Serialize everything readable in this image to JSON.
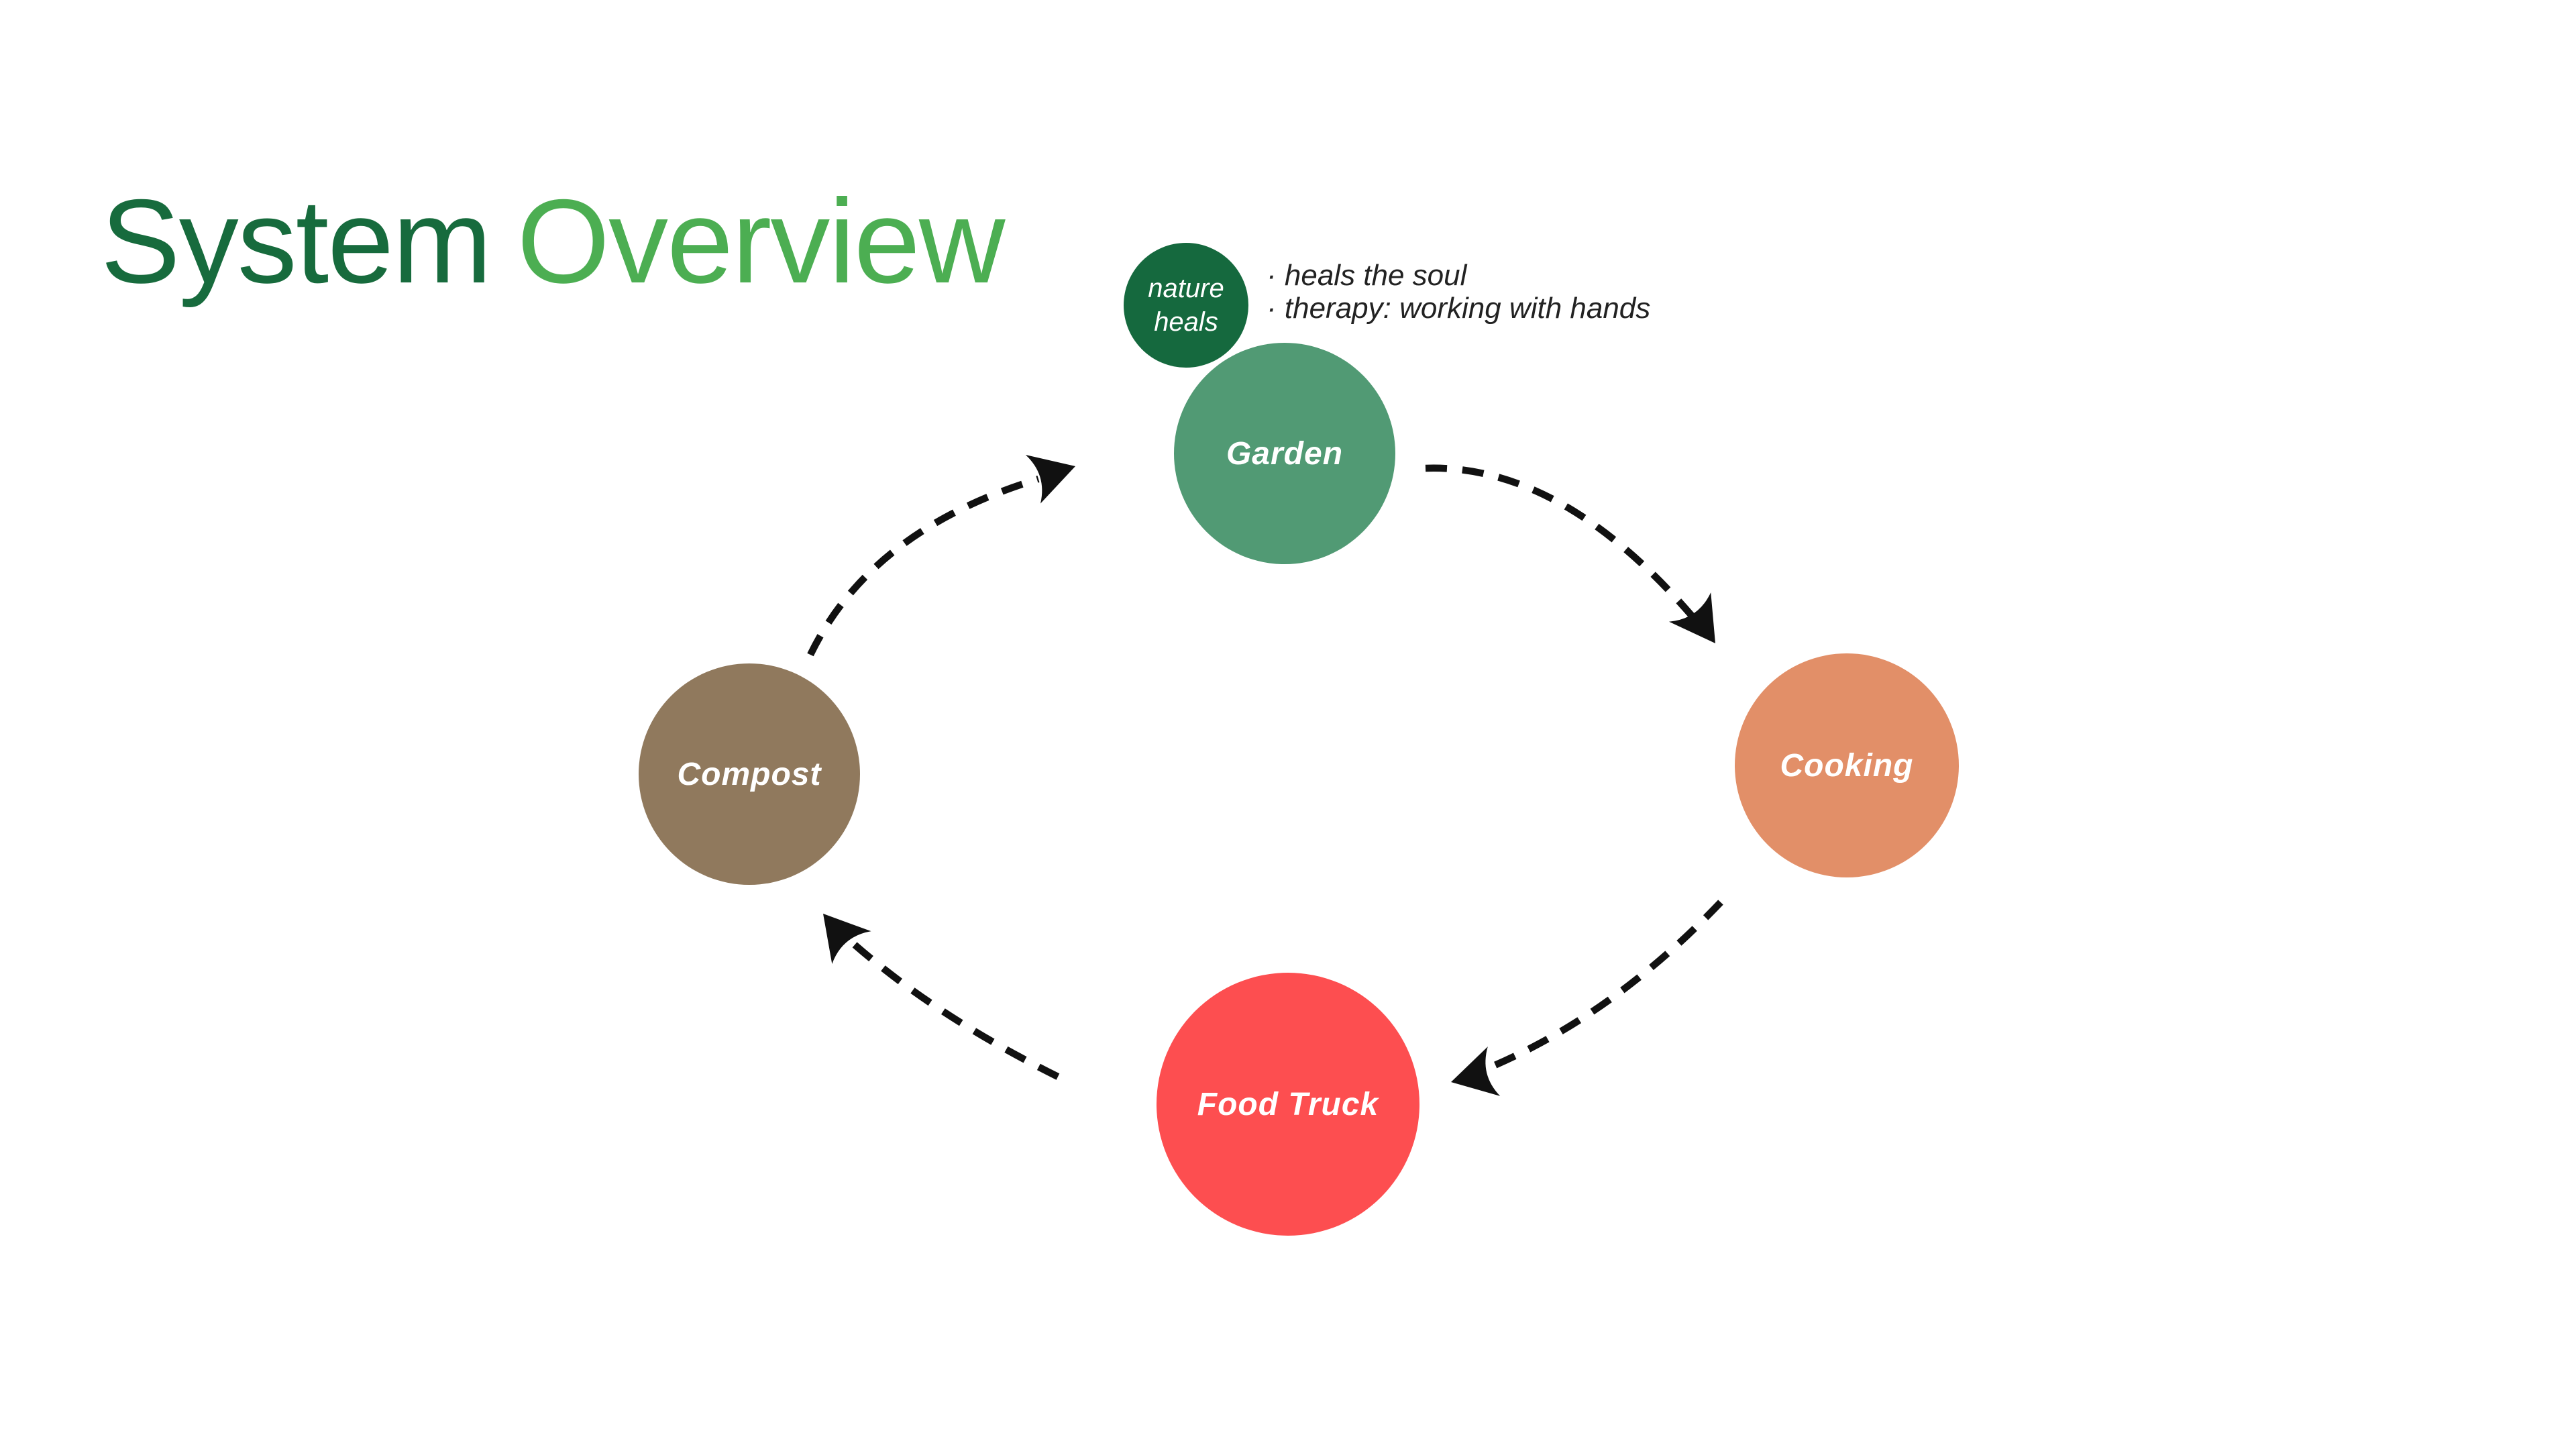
{
  "slide": {
    "background": "#ffffff"
  },
  "title": {
    "text_primary": "System",
    "text_secondary": "Overview",
    "primary_color": "#176b3d",
    "secondary_color": "#4cae52"
  },
  "annotation": {
    "badge": {
      "line1": "nature",
      "line2": "heals",
      "fill": "#15693e",
      "text_color": "#ffffff"
    },
    "bullets": [
      "· heals the soul",
      "· therapy: working with hands"
    ],
    "bullet_text_color": "#222222"
  },
  "nodes": {
    "garden": {
      "label": "Garden",
      "fill": "#519a74"
    },
    "cooking": {
      "label": "Cooking",
      "fill": "#e28f68"
    },
    "food_truck": {
      "label": "Food Truck",
      "fill": "#fd4e50"
    },
    "compost": {
      "label": "Compost",
      "fill": "#90795d"
    },
    "label_color": "#ffffff"
  },
  "connectors": {
    "color": "#111111",
    "style": "dashed-arc-with-stealth-arrowhead",
    "flow": [
      {
        "from": "Compost",
        "to": "Garden"
      },
      {
        "from": "Garden",
        "to": "Cooking"
      },
      {
        "from": "Cooking",
        "to": "Food Truck"
      },
      {
        "from": "Food Truck",
        "to": "Compost"
      }
    ]
  }
}
